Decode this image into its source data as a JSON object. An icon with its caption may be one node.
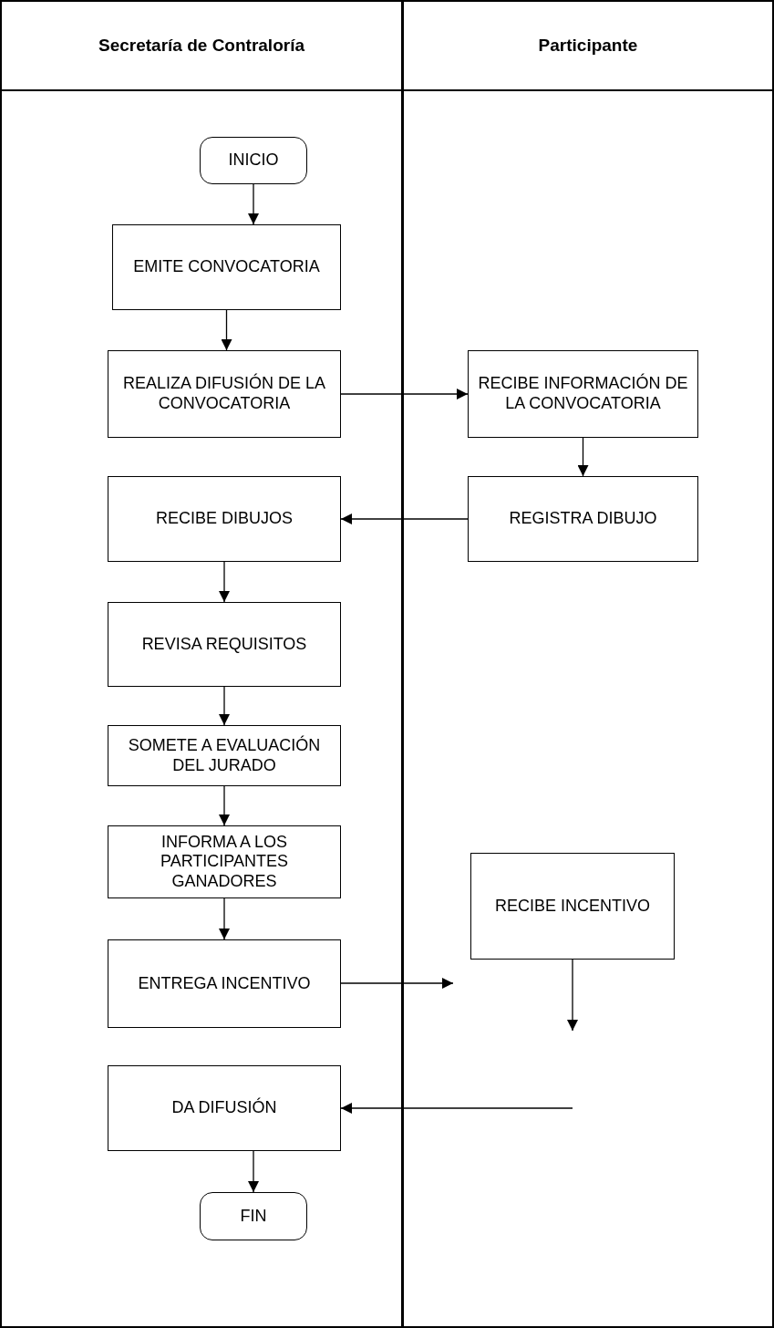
{
  "diagram": {
    "nodes": [
      {
        "text": [
          "Secretaría de Contraloría"
        ]
      },
      {
        "text": [
          "Participante"
        ]
      },
      {
        "text": [
          "INICIO"
        ],
        "in": 0
      },
      {
        "text": [
          "EMITE CONVOCATORIA"
        ],
        "in": 0
      },
      {
        "text": [
          "REALIZA DIFUSIÓN DE LA CONVOCATORIA"
        ],
        "in": 0
      },
      {
        "text": [
          "RECIBE INFORMACIÓN DE LA CONVOCATORIA"
        ],
        "in": 1
      },
      {
        "text": [
          "REGISTRA DIBUJO"
        ],
        "in": 1
      },
      {
        "text": [
          "RECIBE DIBUJOS"
        ],
        "in": 0
      },
      {
        "text": [
          "REVISA REQUISITOS"
        ],
        "in": 0
      },
      {
        "text": [
          "SOMETE A EVALUACIÓN DEL JURADO"
        ],
        "in": 0
      },
      {
        "text": [
          "INFORMA A LOS PARTICIPANTES GANADORES"
        ],
        "in": 0
      },
      {
        "text": [
          "RECIBE INCENTIVO"
        ],
        "in": 1
      },
      {
        "text": [
          "ENTREGA INCENTIVO"
        ],
        "in": 0
      },
      {
        "text": [
          "DA DIFUSIÓN"
        ],
        "in": 0
      },
      {
        "text": [
          "FIN"
        ],
        "in": 0
      }
    ],
    "edges": [
      {
        "from": 2,
        "to": 3,
        "arrow": "to"
      },
      {
        "from": 3,
        "to": 4,
        "arrow": "to"
      },
      {
        "from": 4,
        "to": 5,
        "arrow": "to"
      },
      {
        "from": 5,
        "to": 6,
        "arrow": "to"
      },
      {
        "from": 6,
        "to": 7,
        "arrow": "to"
      },
      {
        "from": 7,
        "to": 8,
        "arrow": "to"
      },
      {
        "from": 8,
        "to": 9,
        "arrow": "to"
      },
      {
        "from": 9,
        "to": 10,
        "arrow": "to"
      },
      {
        "from": 10,
        "to": 12,
        "arrow": "to"
      },
      {
        "from": 12,
        "to": 11,
        "arrow": "to"
      },
      {
        "from": 11,
        "to": null,
        "arrow": "to"
      },
      {
        "from": null,
        "to": 13,
        "arrow": "to"
      },
      {
        "from": 13,
        "to": 14,
        "arrow": "to"
      }
    ]
  }
}
